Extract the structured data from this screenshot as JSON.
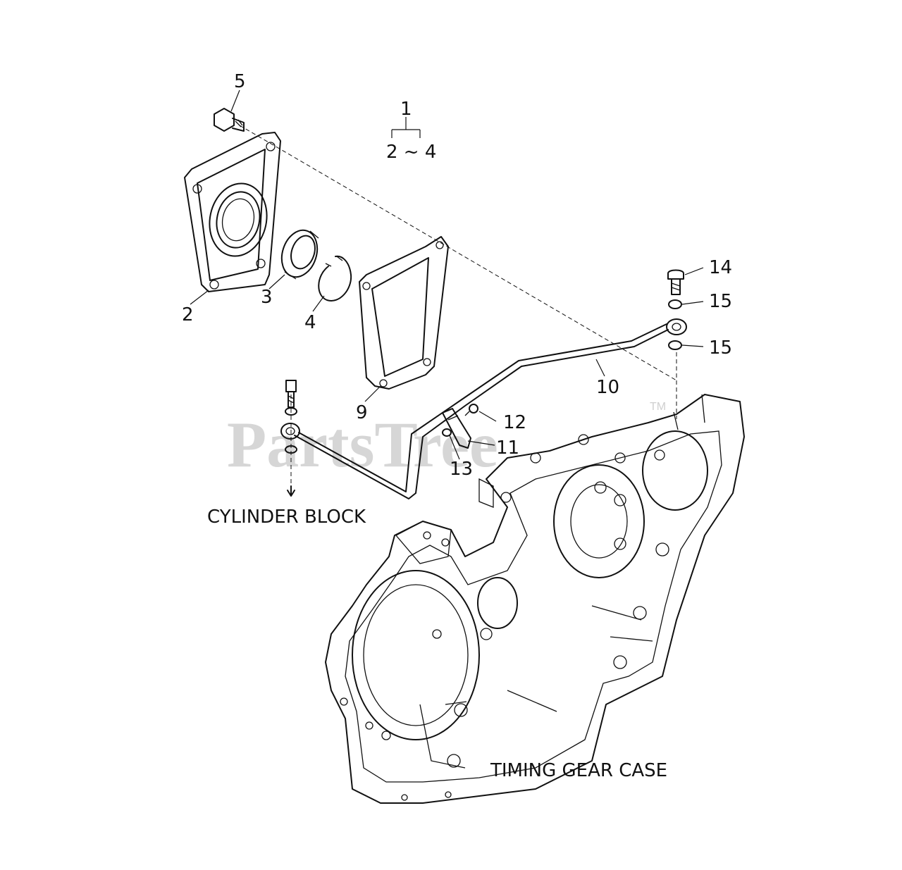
{
  "watermark": {
    "text": "PartsTree",
    "tm": "TM"
  },
  "assembly": {
    "number": "1",
    "range": "2 ~ 4"
  },
  "callouts": {
    "c2": "2",
    "c3": "3",
    "c4": "4",
    "c5": "5",
    "c9": "9",
    "c10": "10",
    "c11": "11",
    "c12": "12",
    "c13": "13",
    "c14": "14",
    "c15a": "15",
    "c15b": "15"
  },
  "labels": {
    "cylinder_block": "CYLINDER BLOCK",
    "timing_gear_case": "TIMING GEAR CASE"
  }
}
